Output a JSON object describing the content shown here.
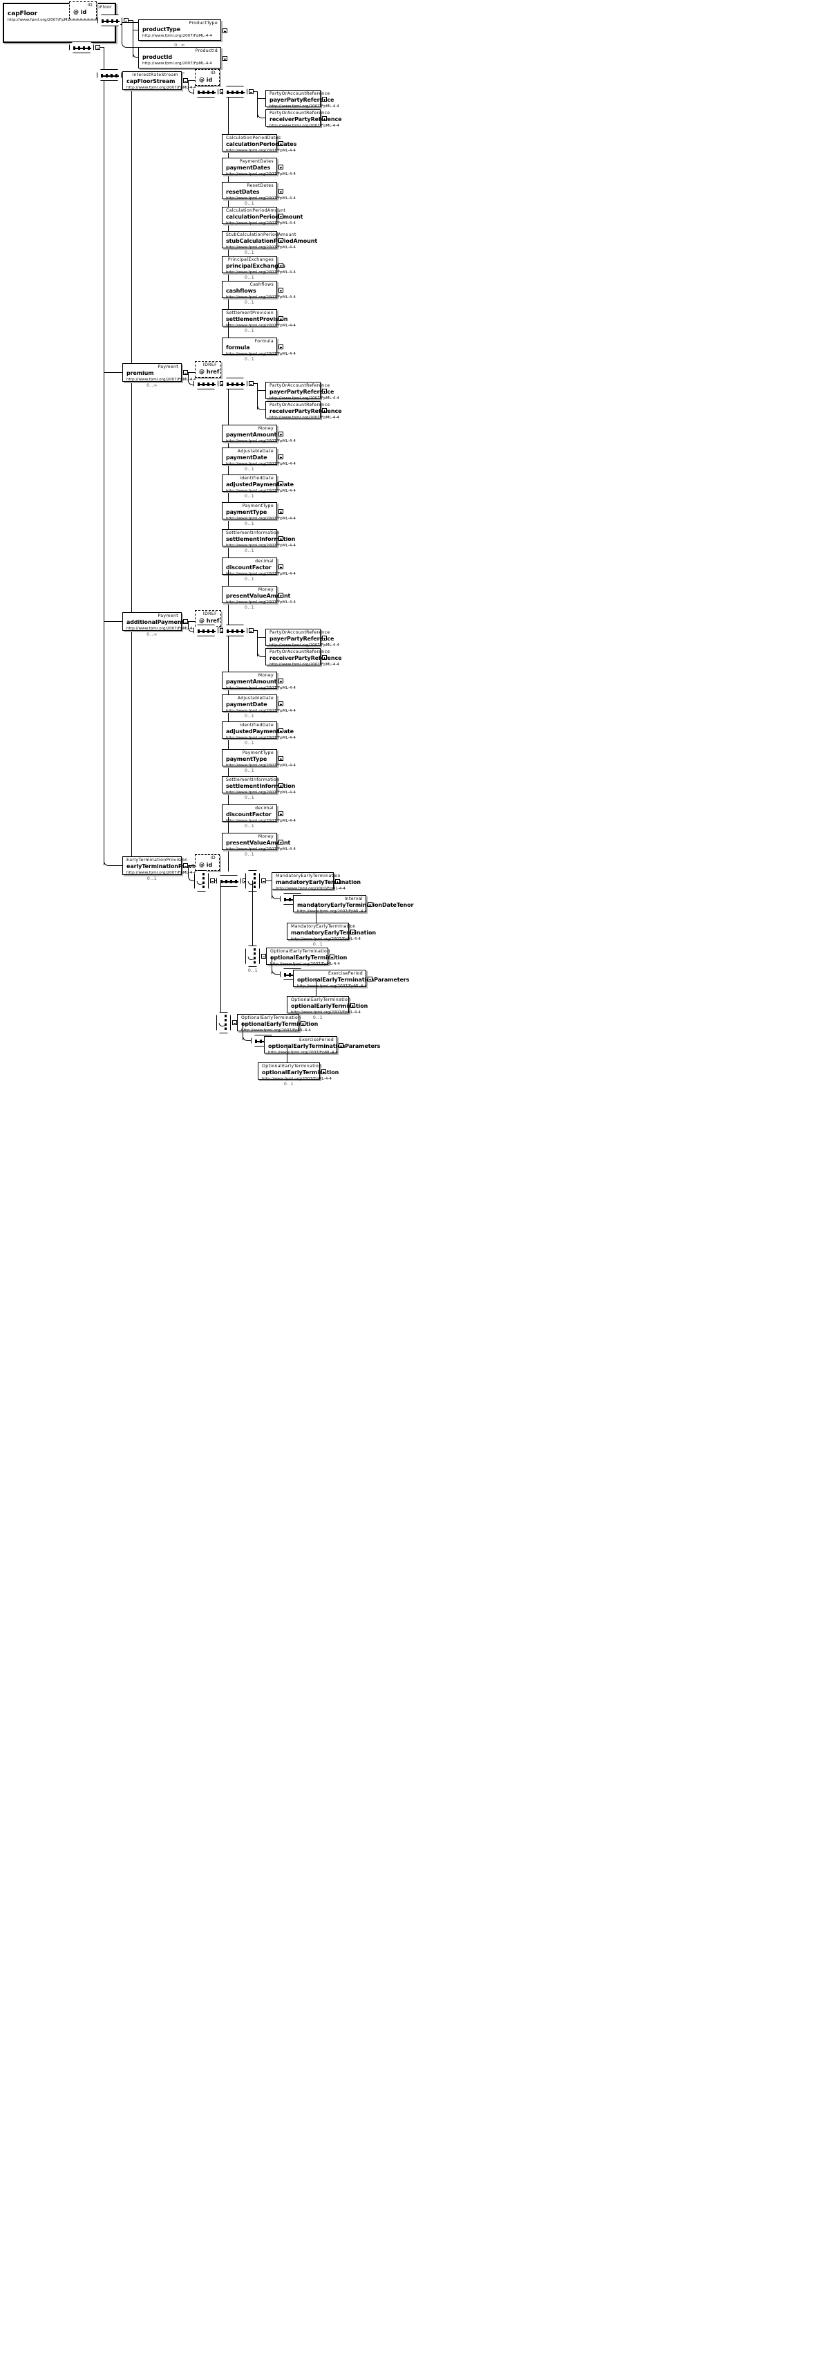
{
  "diagram": {
    "title": "capFloor",
    "namespace": "http://www.fpml.org/2007/FpML-4-4",
    "kind": "xsd-element-tree"
  },
  "root": {
    "type_label": "CapFloor",
    "name": "capFloor",
    "namespace": "http://www.fpml.org/2007/FpML-4-4"
  },
  "attributes": {
    "id_type": "ID",
    "id_name": "@ id",
    "href_type": "IDREF",
    "href_name": "@ href"
  },
  "cardinality": {
    "many": "0..∞",
    "optional": "0..1"
  },
  "nodes": {
    "product_type": {
      "type": "ProductType",
      "name": "productType",
      "ns": "http://www.fpml.org/2007/FpML-4-4",
      "card": "0..∞"
    },
    "product_id": {
      "type": "ProductId",
      "name": "productId",
      "ns": "http://www.fpml.org/2007/FpML-4-4",
      "card": "0..∞"
    },
    "cap_floor_stream": {
      "type": "InterestRateStream",
      "name": "capFloorStream",
      "ns": "http://www.fpml.org/2007/FpML-4-4",
      "card": ""
    },
    "cfs_payer": {
      "type": "PartyOrAccountReference",
      "name": "payerPartyReference",
      "ns": "http://www.fpml.org/2007/FpML-4-4",
      "card": ""
    },
    "cfs_receiver": {
      "type": "PartyOrAccountReference",
      "name": "receiverPartyReference",
      "ns": "http://www.fpml.org/2007/FpML-4-4",
      "card": ""
    },
    "cfs_calcdates": {
      "type": "CalculationPeriodDates",
      "name": "calculationPeriodDates",
      "ns": "http://www.fpml.org/2007/FpML-4-4",
      "card": ""
    },
    "cfs_paydates": {
      "type": "PaymentDates",
      "name": "paymentDates",
      "ns": "http://www.fpml.org/2007/FpML-4-4",
      "card": ""
    },
    "cfs_resetdates": {
      "type": "ResetDates",
      "name": "resetDates",
      "ns": "http://www.fpml.org/2007/FpML-4-4",
      "card": "0..1"
    },
    "cfs_calcamt": {
      "type": "CalculationPeriodAmount",
      "name": "calculationPeriodAmount",
      "ns": "http://www.fpml.org/2007/FpML-4-4",
      "card": ""
    },
    "cfs_stubamt": {
      "type": "StubCalculationPeriodAmount",
      "name": "stubCalculationPeriodAmount",
      "ns": "http://www.fpml.org/2007/FpML-4-4",
      "card": "0..1"
    },
    "cfs_princex": {
      "type": "PrincipalExchanges",
      "name": "principalExchanges",
      "ns": "http://www.fpml.org/2007/FpML-4-4",
      "card": "0..1"
    },
    "cfs_cashflows": {
      "type": "Cashflows",
      "name": "cashflows",
      "ns": "http://www.fpml.org/2007/FpML-4-4",
      "card": "0..1"
    },
    "cfs_settprov": {
      "type": "SettlementProvision",
      "name": "settlementProvision",
      "ns": "http://www.fpml.org/2007/FpML-4-4",
      "card": "0..1"
    },
    "cfs_formula": {
      "type": "Formula",
      "name": "formula",
      "ns": "http://www.fpml.org/2007/FpML-4-4",
      "card": "0..1"
    },
    "premium": {
      "type": "Payment",
      "name": "premium",
      "ns": "http://www.fpml.org/2007/FpML-4-4",
      "card": "0..∞"
    },
    "pr_payer": {
      "type": "PartyOrAccountReference",
      "name": "payerPartyReference",
      "ns": "http://www.fpml.org/2007/FpML-4-4",
      "card": ""
    },
    "pr_receiver": {
      "type": "PartyOrAccountReference",
      "name": "receiverPartyReference",
      "ns": "http://www.fpml.org/2007/FpML-4-4",
      "card": ""
    },
    "pr_payamt": {
      "type": "Money",
      "name": "paymentAmount",
      "ns": "http://www.fpml.org/2007/FpML-4-4",
      "card": ""
    },
    "pr_paydate": {
      "type": "AdjustableDate",
      "name": "paymentDate",
      "ns": "http://www.fpml.org/2007/FpML-4-4",
      "card": "0..1"
    },
    "pr_adjpaydate": {
      "type": "IdentifiedDate",
      "name": "adjustedPaymentDate",
      "ns": "http://www.fpml.org/2007/FpML-4-4",
      "card": "0..1"
    },
    "pr_paytype": {
      "type": "PaymentType",
      "name": "paymentType",
      "ns": "http://www.fpml.org/2007/FpML-4-4",
      "card": "0..1"
    },
    "pr_settinfo": {
      "type": "SettlementInformation",
      "name": "settlementInformation",
      "ns": "http://www.fpml.org/2007/FpML-4-4",
      "card": "0..1"
    },
    "pr_discount": {
      "type": "decimal",
      "name": "discountFactor",
      "ns": "http://www.fpml.org/2007/FpML-4-4",
      "card": "0..1"
    },
    "pr_pva": {
      "type": "Money",
      "name": "presentValueAmount",
      "ns": "http://www.fpml.org/2007/FpML-4-4",
      "card": "0..1"
    },
    "additional_payment": {
      "type": "Payment",
      "name": "additionalPayment",
      "ns": "http://www.fpml.org/2007/FpML-4-4",
      "card": "0..∞"
    },
    "ap_payer": {
      "type": "PartyOrAccountReference",
      "name": "payerPartyReference",
      "ns": "http://www.fpml.org/2007/FpML-4-4",
      "card": ""
    },
    "ap_receiver": {
      "type": "PartyOrAccountReference",
      "name": "receiverPartyReference",
      "ns": "http://www.fpml.org/2007/FpML-4-4",
      "card": ""
    },
    "ap_payamt": {
      "type": "Money",
      "name": "paymentAmount",
      "ns": "http://www.fpml.org/2007/FpML-4-4",
      "card": ""
    },
    "ap_paydate": {
      "type": "AdjustableDate",
      "name": "paymentDate",
      "ns": "http://www.fpml.org/2007/FpML-4-4",
      "card": "0..1"
    },
    "ap_adjpaydate": {
      "type": "IdentifiedDate",
      "name": "adjustedPaymentDate",
      "ns": "http://www.fpml.org/2007/FpML-4-4",
      "card": "0..1"
    },
    "ap_paytype": {
      "type": "PaymentType",
      "name": "paymentType",
      "ns": "http://www.fpml.org/2007/FpML-4-4",
      "card": "0..1"
    },
    "ap_settinfo": {
      "type": "SettlementInformation",
      "name": "settlementInformation",
      "ns": "http://www.fpml.org/2007/FpML-4-4",
      "card": "0..1"
    },
    "ap_discount": {
      "type": "decimal",
      "name": "discountFactor",
      "ns": "http://www.fpml.org/2007/FpML-4-4",
      "card": "0..1"
    },
    "ap_pva": {
      "type": "Money",
      "name": "presentValueAmount",
      "ns": "http://www.fpml.org/2007/FpML-4-4",
      "card": "0..1"
    },
    "etp": {
      "type": "EarlyTerminationProvision",
      "name": "earlyTerminationProvision",
      "ns": "http://www.fpml.org/2007/FpML-4-4",
      "card": "0..1"
    },
    "met1": {
      "type": "MandatoryEarlyTermination",
      "name": "mandatoryEarlyTermination",
      "ns": "http://www.fpml.org/2007/FpML-4-4",
      "card": ""
    },
    "metdt": {
      "type": "Interval",
      "name": "mandatoryEarlyTerminationDateTenor",
      "ns": "http://www.fpml.org/2007/FpML-4-4",
      "card": ""
    },
    "met2": {
      "type": "MandatoryEarlyTermination",
      "name": "mandatoryEarlyTermination",
      "ns": "http://www.fpml.org/2007/FpML-4-4",
      "card": "0..1"
    },
    "oet1": {
      "type": "OptionalEarlyTermination",
      "name": "optionalEarlyTermination",
      "ns": "http://www.fpml.org/2007/FpML-4-4",
      "card": ""
    },
    "oetp1": {
      "type": "ExercisePeriod",
      "name": "optionalEarlyTerminationParameters",
      "ns": "http://www.fpml.org/2007/FpML-4-4",
      "card": ""
    },
    "oet2": {
      "type": "OptionalEarlyTermination",
      "name": "optionalEarlyTermination",
      "ns": "http://www.fpml.org/2007/FpML-4-4",
      "card": "0..1"
    },
    "oet3": {
      "type": "OptionalEarlyTermination",
      "name": "optionalEarlyTermination",
      "ns": "http://www.fpml.org/2007/FpML-4-4",
      "card": ""
    },
    "oetp2": {
      "type": "ExercisePeriod",
      "name": "optionalEarlyTerminationParameters",
      "ns": "http://www.fpml.org/2007/FpML-4-4",
      "card": ""
    },
    "oet4": {
      "type": "OptionalEarlyTermination",
      "name": "optionalEarlyTermination",
      "ns": "http://www.fpml.org/2007/FpML-4-4",
      "card": "0..1"
    }
  },
  "choice_cardinality": {
    "etp_choice": "0..1",
    "met_choice": "0..1",
    "oet_choice": "0..1"
  }
}
